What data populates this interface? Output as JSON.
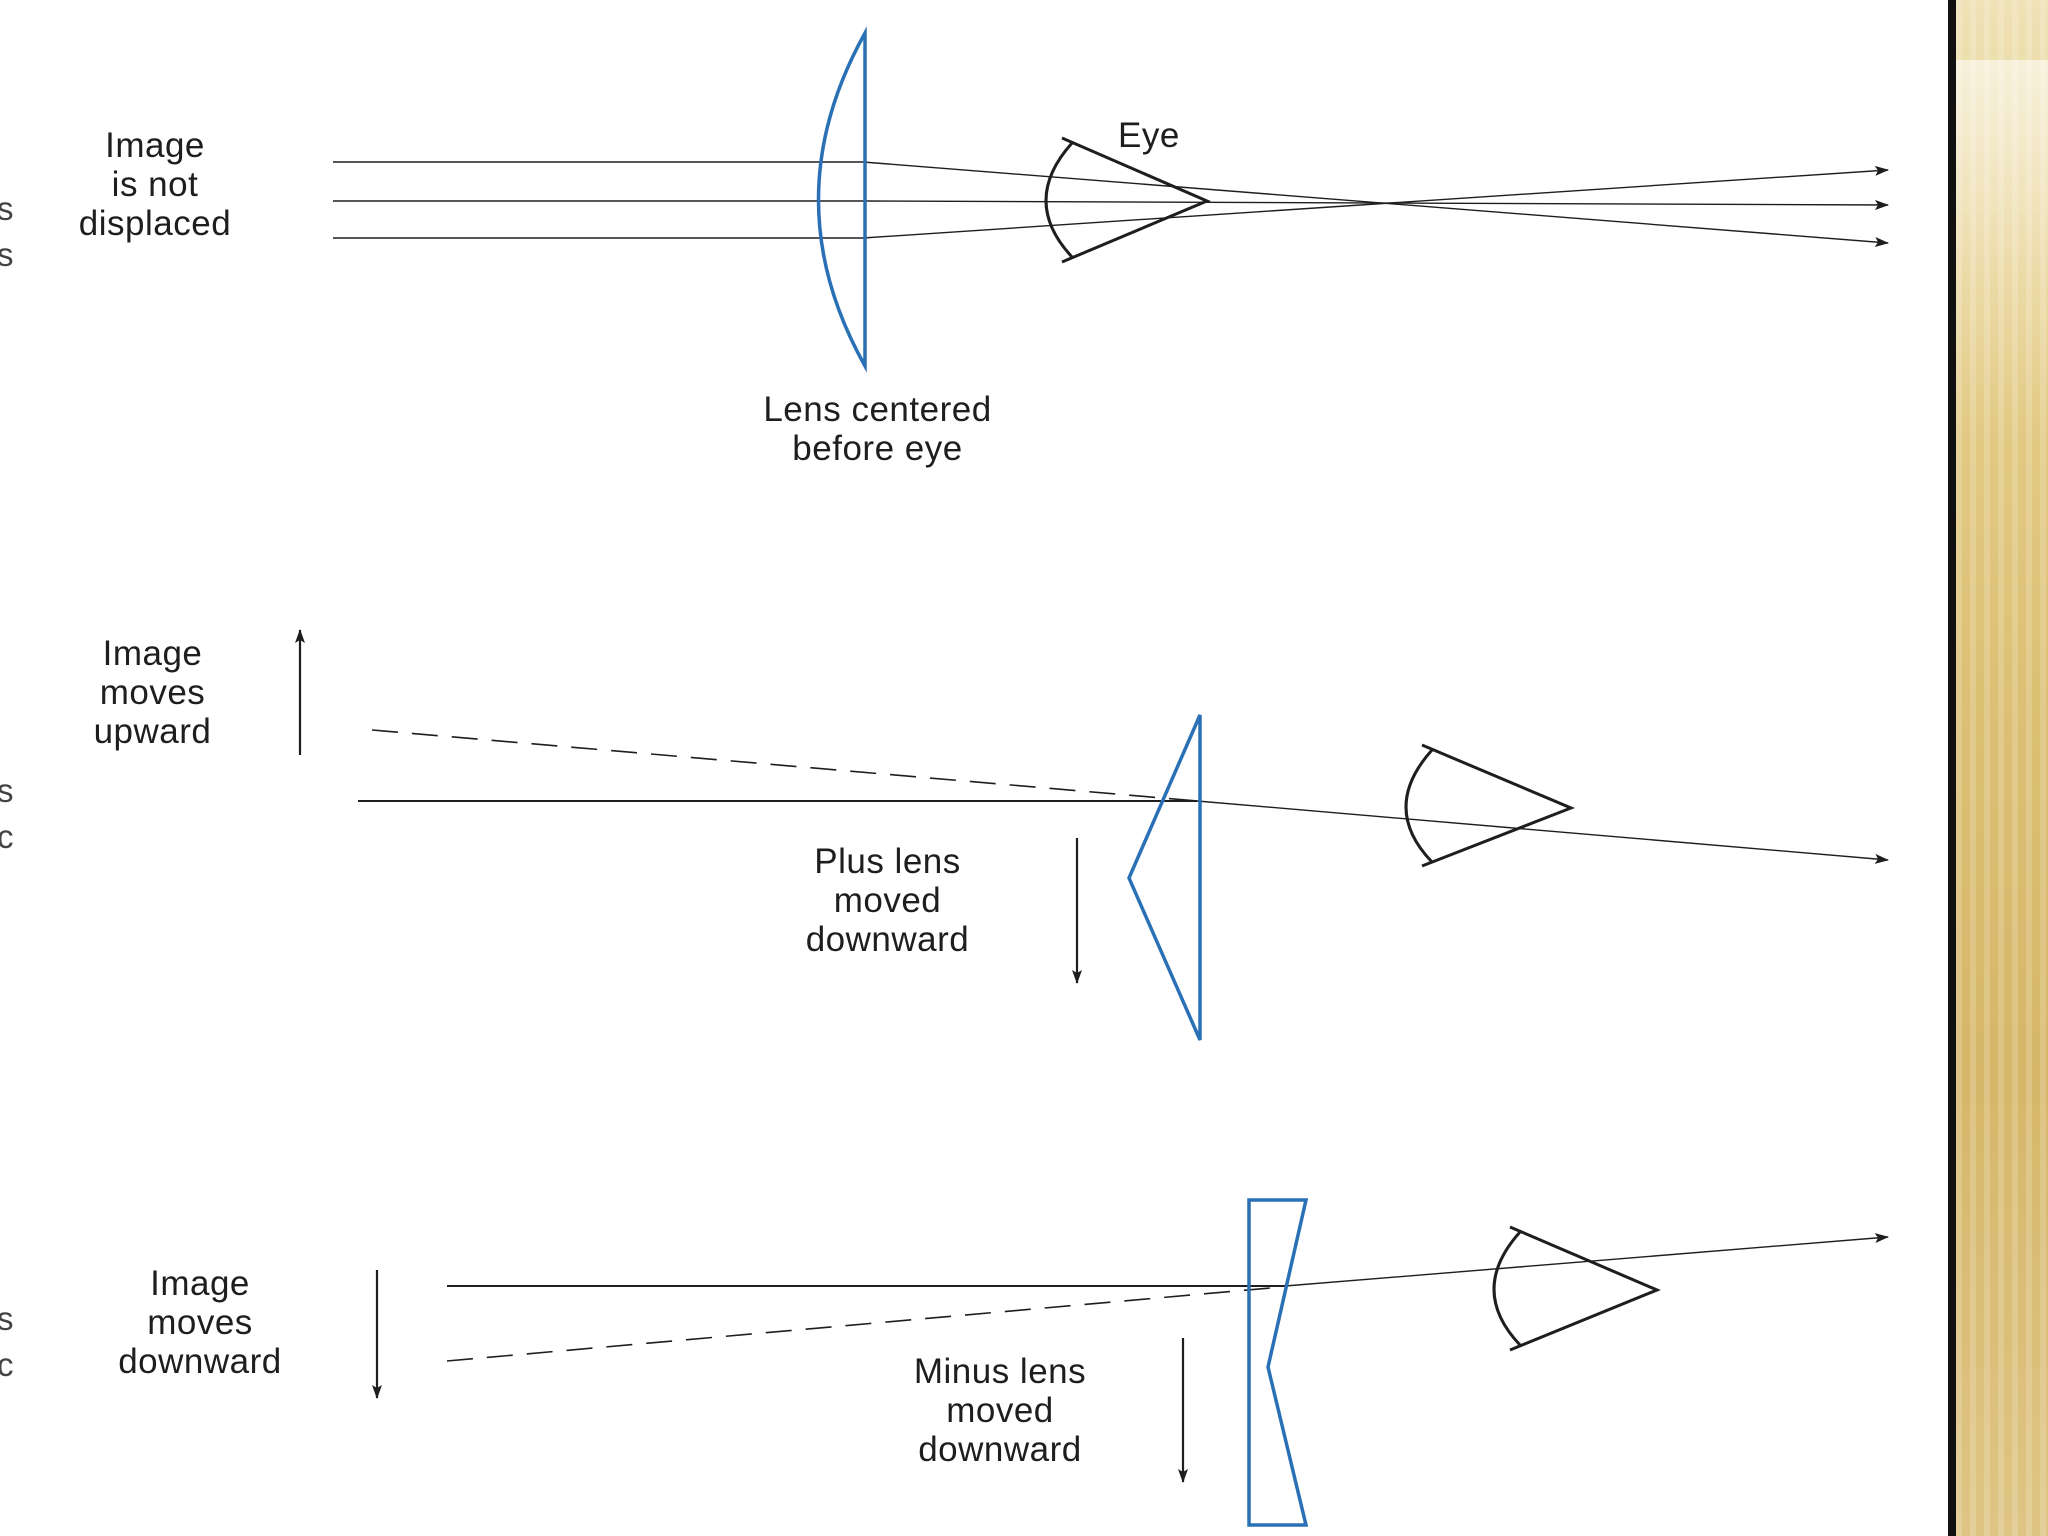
{
  "panels": {
    "top": {
      "image_label": "Image\nis not\ndisplaced",
      "eye_label": "Eye",
      "lens_label": "Lens centered\nbefore eye"
    },
    "middle": {
      "image_label": "Image\nmoves\nupward",
      "lens_label": "Plus lens\nmoved\ndownward"
    },
    "bottom": {
      "image_label": "Image\nmoves\ndownward",
      "lens_label": "Minus lens\nmoved\ndownward"
    }
  },
  "edge_fragments": [
    "s",
    "s",
    "s",
    "c",
    "s",
    "c"
  ],
  "colors": {
    "lens": "#2a70b5",
    "line": "#1e1e1e",
    "background": "#ffffff"
  }
}
